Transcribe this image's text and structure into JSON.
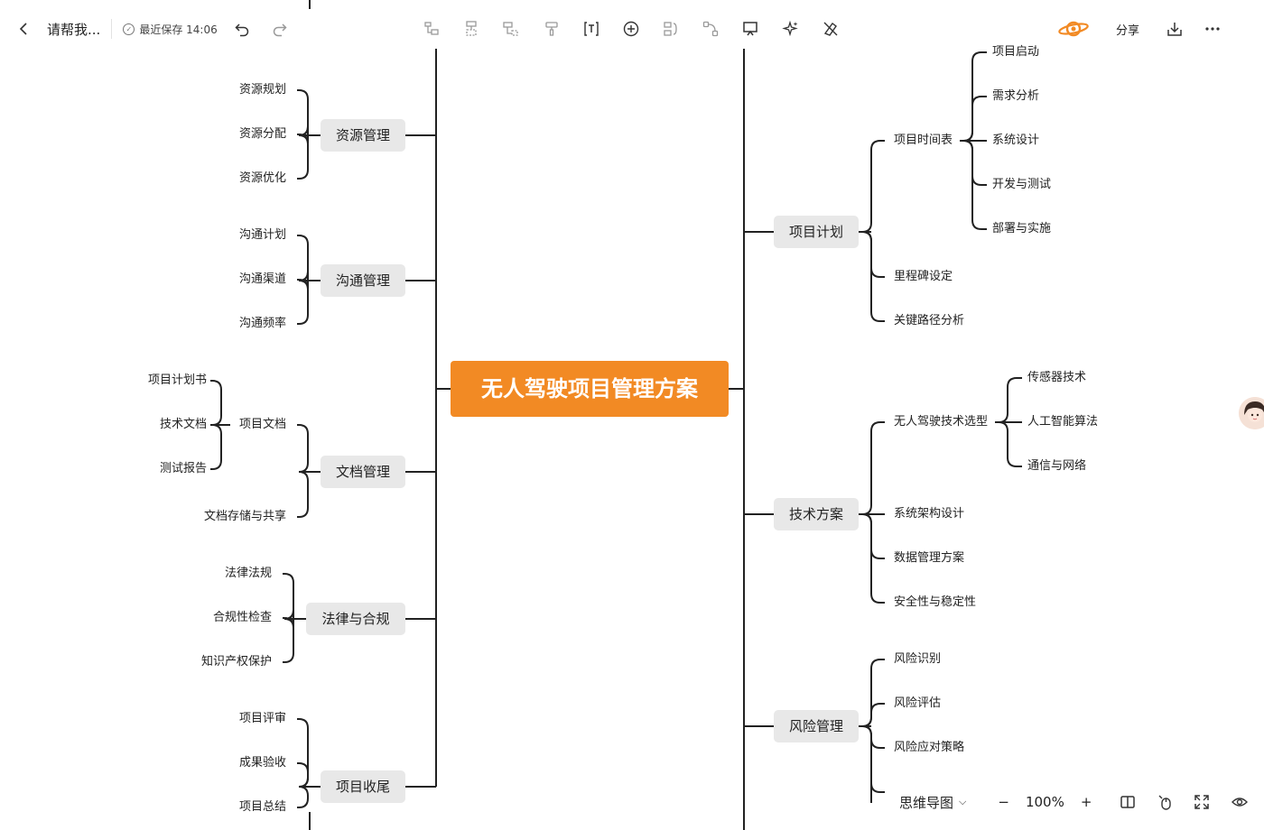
{
  "header": {
    "back_icon": "chevron-left-icon",
    "doc_title": "请帮我...",
    "save_status": "最近保存 14:06",
    "undo_icon": "undo-icon",
    "redo_icon": "redo-icon",
    "share_label": "分享",
    "export_icon": "download-icon",
    "more_icon": "more-icon"
  },
  "toolbar_icons": [
    "add-child-node-icon",
    "add-sibling-node-icon",
    "add-parent-node-icon",
    "format-painter-icon",
    "text-box-icon",
    "insert-icon",
    "summary-icon",
    "relation-line-icon",
    "frame-icon",
    "ai-sparkle-icon",
    "clear-format-icon"
  ],
  "mindmap": {
    "root": "无人驾驶项目管理方案",
    "left": [
      {
        "label": "资源管理",
        "children": [
          "资源规划",
          "资源分配",
          "资源优化"
        ]
      },
      {
        "label": "沟通管理",
        "children": [
          "沟通计划",
          "沟通渠道",
          "沟通频率"
        ]
      },
      {
        "label": "文档管理",
        "children": [
          {
            "label": "项目文档",
            "children": [
              "项目计划书",
              "技术文档",
              "测试报告"
            ]
          },
          "文档存储与共享"
        ]
      },
      {
        "label": "法律与合规",
        "children": [
          "法律法规",
          "合规性检查",
          "知识产权保护"
        ]
      },
      {
        "label": "项目收尾",
        "children": [
          "项目评审",
          "成果验收",
          "项目总结"
        ]
      }
    ],
    "right": [
      {
        "label": "项目计划",
        "children": [
          {
            "label": "项目时间表",
            "children": [
              "项目启动",
              "需求分析",
              "系统设计",
              "开发与测试",
              "部署与实施"
            ]
          },
          "里程碑设定",
          "关键路径分析"
        ]
      },
      {
        "label": "技术方案",
        "children": [
          {
            "label": "无人驾驶技术选型",
            "children": [
              "传感器技术",
              "人工智能算法",
              "通信与网络"
            ]
          },
          "系统架构设计",
          "数据管理方案",
          "安全性与稳定性"
        ]
      },
      {
        "label": "风险管理",
        "children": [
          "风险识别",
          "风险评估",
          "风险应对策略"
        ]
      }
    ]
  },
  "footer": {
    "view_mode": "思维导图",
    "zoom": "100%",
    "minus": "−",
    "plus": "+"
  },
  "colors": {
    "root_bg": "#f28a24",
    "node_bg": "#e8e8e8",
    "line": "#222222"
  }
}
